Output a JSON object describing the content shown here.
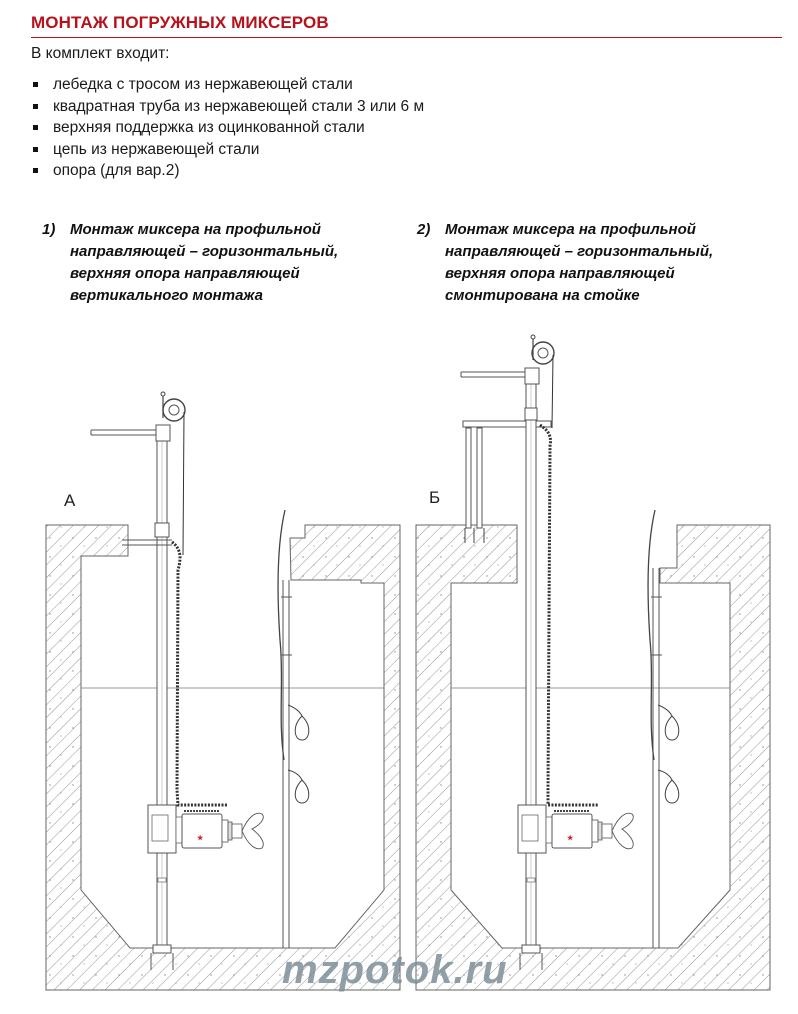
{
  "header": {
    "title": "МОНТАЖ ПОГРУЖНЫХ МИКСЕРОВ",
    "accent_color": "#b5121b"
  },
  "kit": {
    "intro": "В комплект входит:",
    "items": [
      "лебедка с тросом из нержавеющей стали",
      "квадратная труба из нержавеющей стали 3 или 6 м",
      "верхняя поддержка из оцинкованной стали",
      "цепь из нержавеющей стали",
      "опора (для вар.2)"
    ]
  },
  "variants": [
    {
      "number": "1)",
      "lines": [
        "Монтаж миксера на профильной",
        "направляющей – горизонтальный,",
        "верхняя опора направляющей",
        "вертикального монтажа"
      ],
      "diagram_label": "А"
    },
    {
      "number": "2)",
      "lines": [
        "Монтаж миксера на профильной",
        "направляющей – горизонтальный,",
        "верхняя опора направляющей",
        "смонтирована на стойке"
      ],
      "diagram_label": "Б"
    }
  ],
  "watermark": "mzpotok.ru",
  "mixer_logo_color": "#d0202a"
}
